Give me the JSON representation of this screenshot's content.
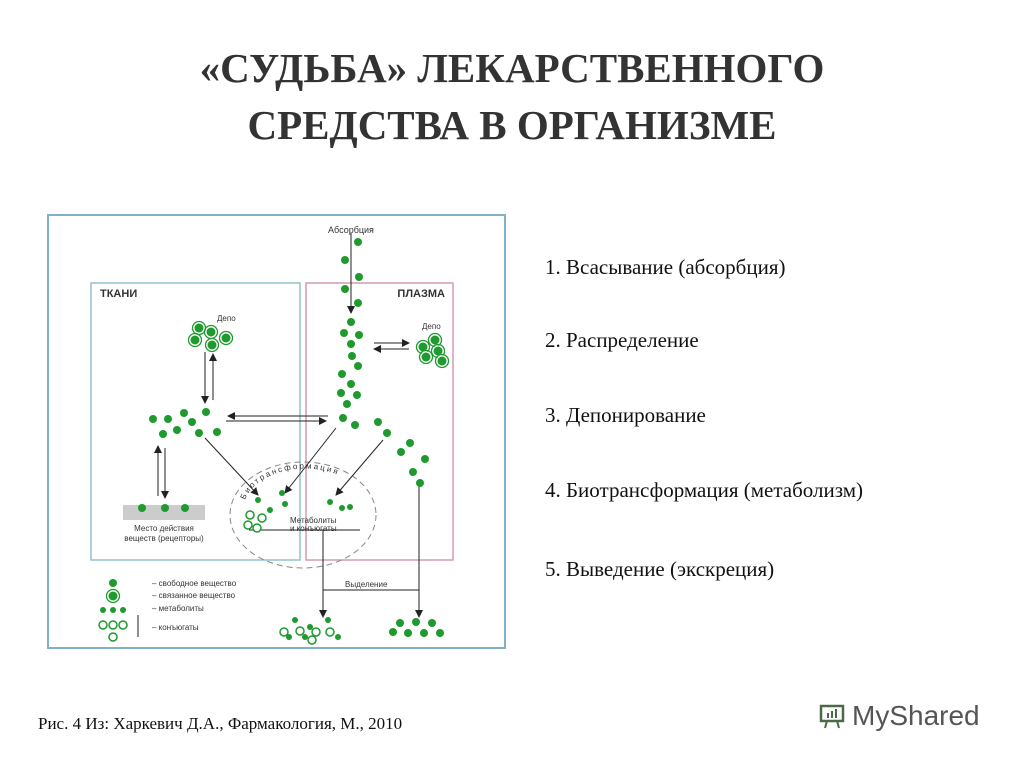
{
  "slide": {
    "title_line1": "«СУДЬБА» ЛЕКАРСТВЕННОГО",
    "title_line2": "СРЕДСТВА  В  ОРГАНИЗМЕ",
    "list": [
      "1. Всасывание (абсорбция)",
      "2. Распределение",
      "3. Депонирование",
      "4. Биотрансформация  (метаболизм)",
      "5. Выведение (экскреция)"
    ],
    "caption": "Рис. 4  Из: Харкевич Д.А., Фармакология, М., 2010"
  },
  "diagram": {
    "absorption": "Абсорбция",
    "tissues": "ТКАНИ",
    "plasma": "ПЛАЗМА",
    "depot_tissue": "Депо",
    "depot_plasma": "Депо",
    "receptor_line1": "Место действия",
    "receptor_line2": "веществ (рецепторы)",
    "biotransformation": "Биотрансформация",
    "metabolites_line1": "Метаболиты",
    "metabolites_line2": "и конъюгаты",
    "excretion": "Выделение",
    "legend": [
      "– свободное вещество",
      "– связанное вещество",
      "– метаболиты",
      "– конъюгаты"
    ],
    "colors": {
      "dot": "#1e9a2e",
      "tissue_border": "#8fc4cc",
      "plasma_border": "#d59ab0",
      "frame": "#7fb2c8"
    }
  },
  "logo": {
    "text": "MyShared"
  }
}
